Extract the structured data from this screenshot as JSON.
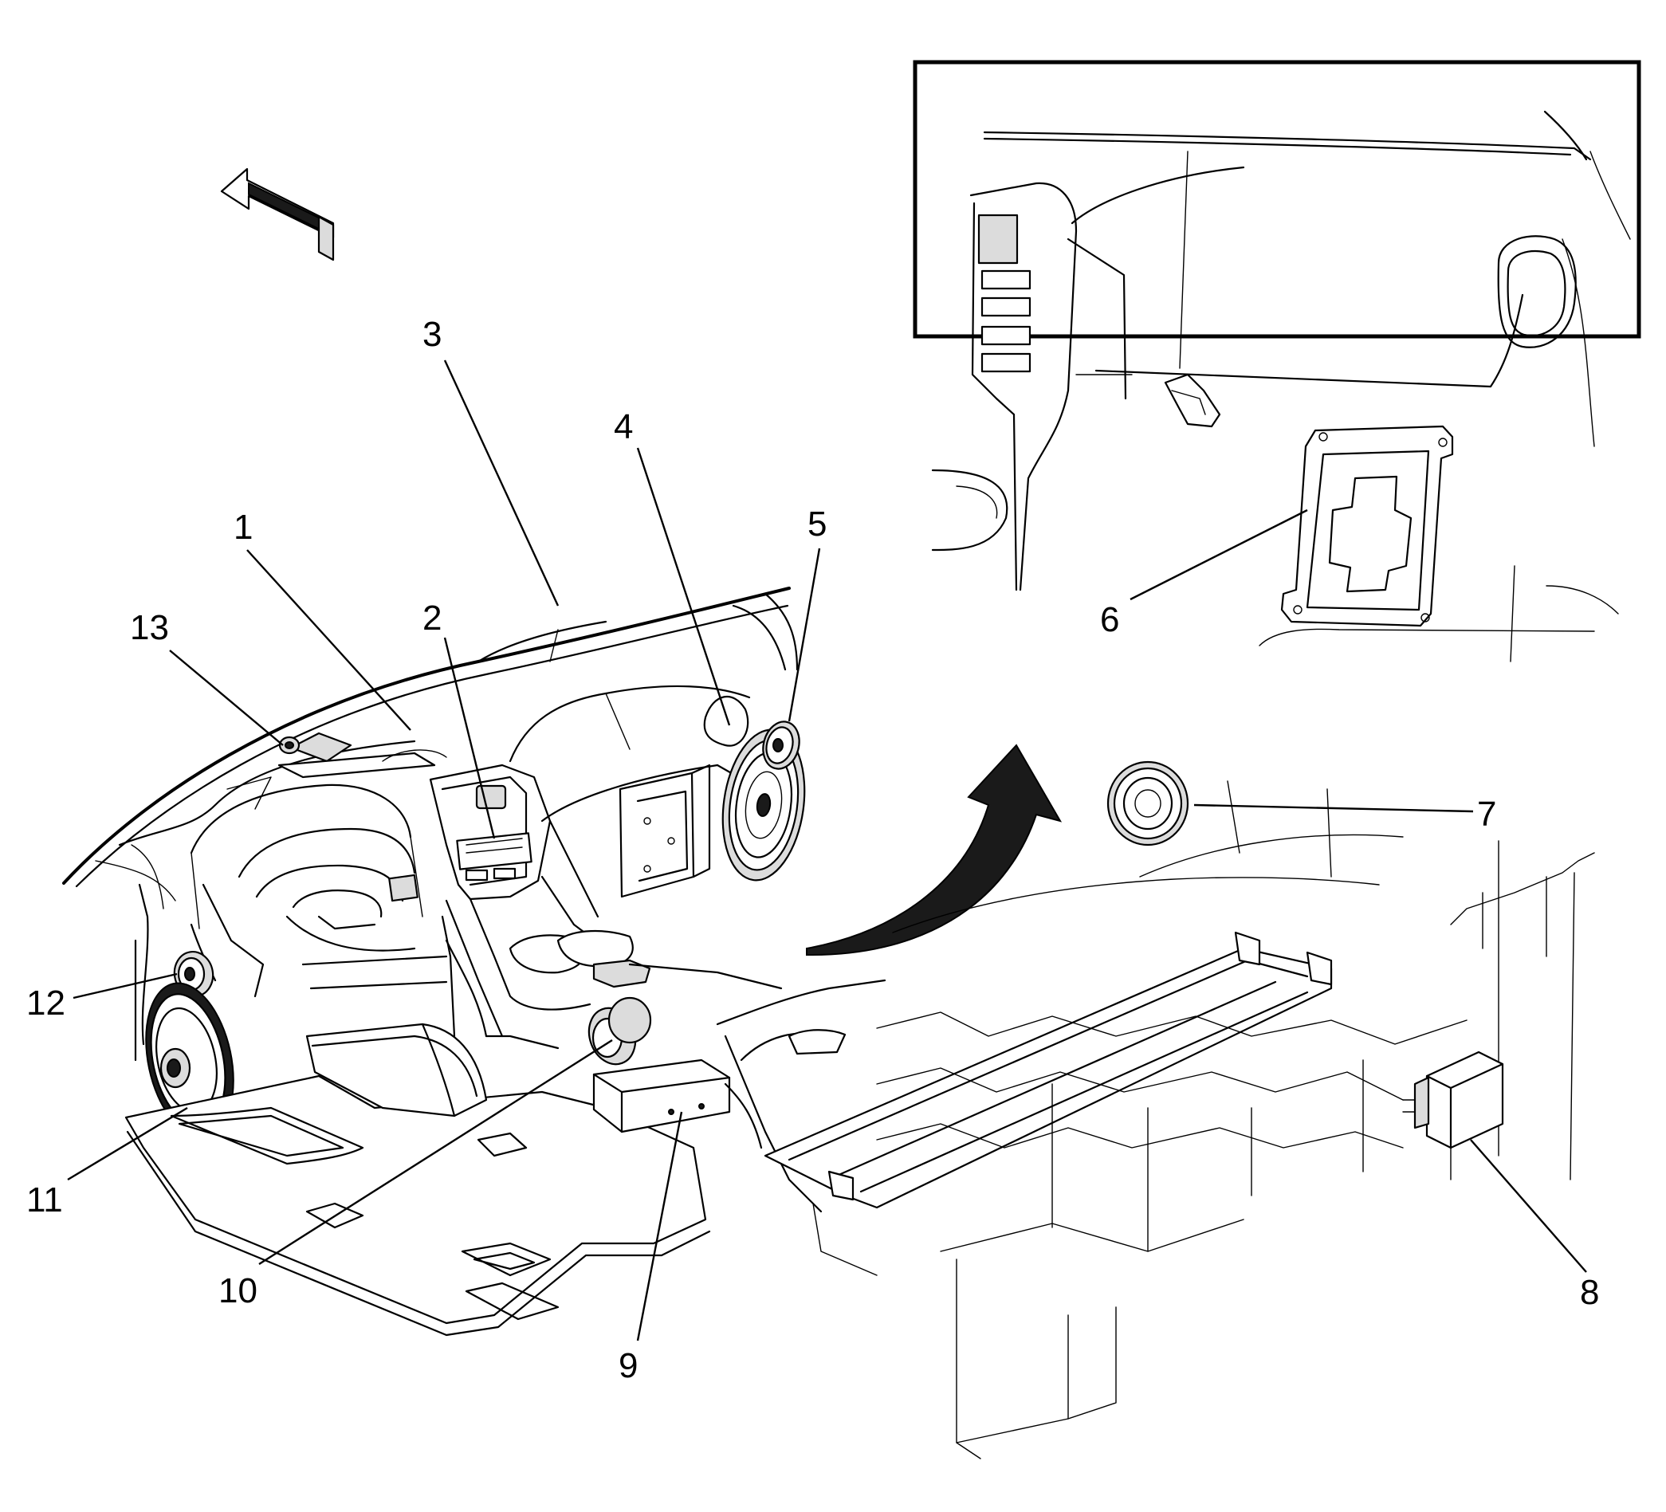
{
  "callouts": [
    {
      "id": "1",
      "label": "1"
    },
    {
      "id": "2",
      "label": "2"
    },
    {
      "id": "3",
      "label": "3"
    },
    {
      "id": "4",
      "label": "4"
    },
    {
      "id": "5",
      "label": "5"
    },
    {
      "id": "6",
      "label": "6"
    },
    {
      "id": "7",
      "label": "7"
    },
    {
      "id": "8",
      "label": "8"
    },
    {
      "id": "9",
      "label": "9"
    },
    {
      "id": "10",
      "label": "10"
    },
    {
      "id": "11",
      "label": "11"
    },
    {
      "id": "12",
      "label": "12"
    },
    {
      "id": "13",
      "label": "13"
    }
  ],
  "icons": {
    "direction_arrow": "forward-arrow-icon",
    "detail_arrow": "curved-arrow-icon"
  },
  "colors": {
    "line": "#000000",
    "background": "#ffffff"
  }
}
